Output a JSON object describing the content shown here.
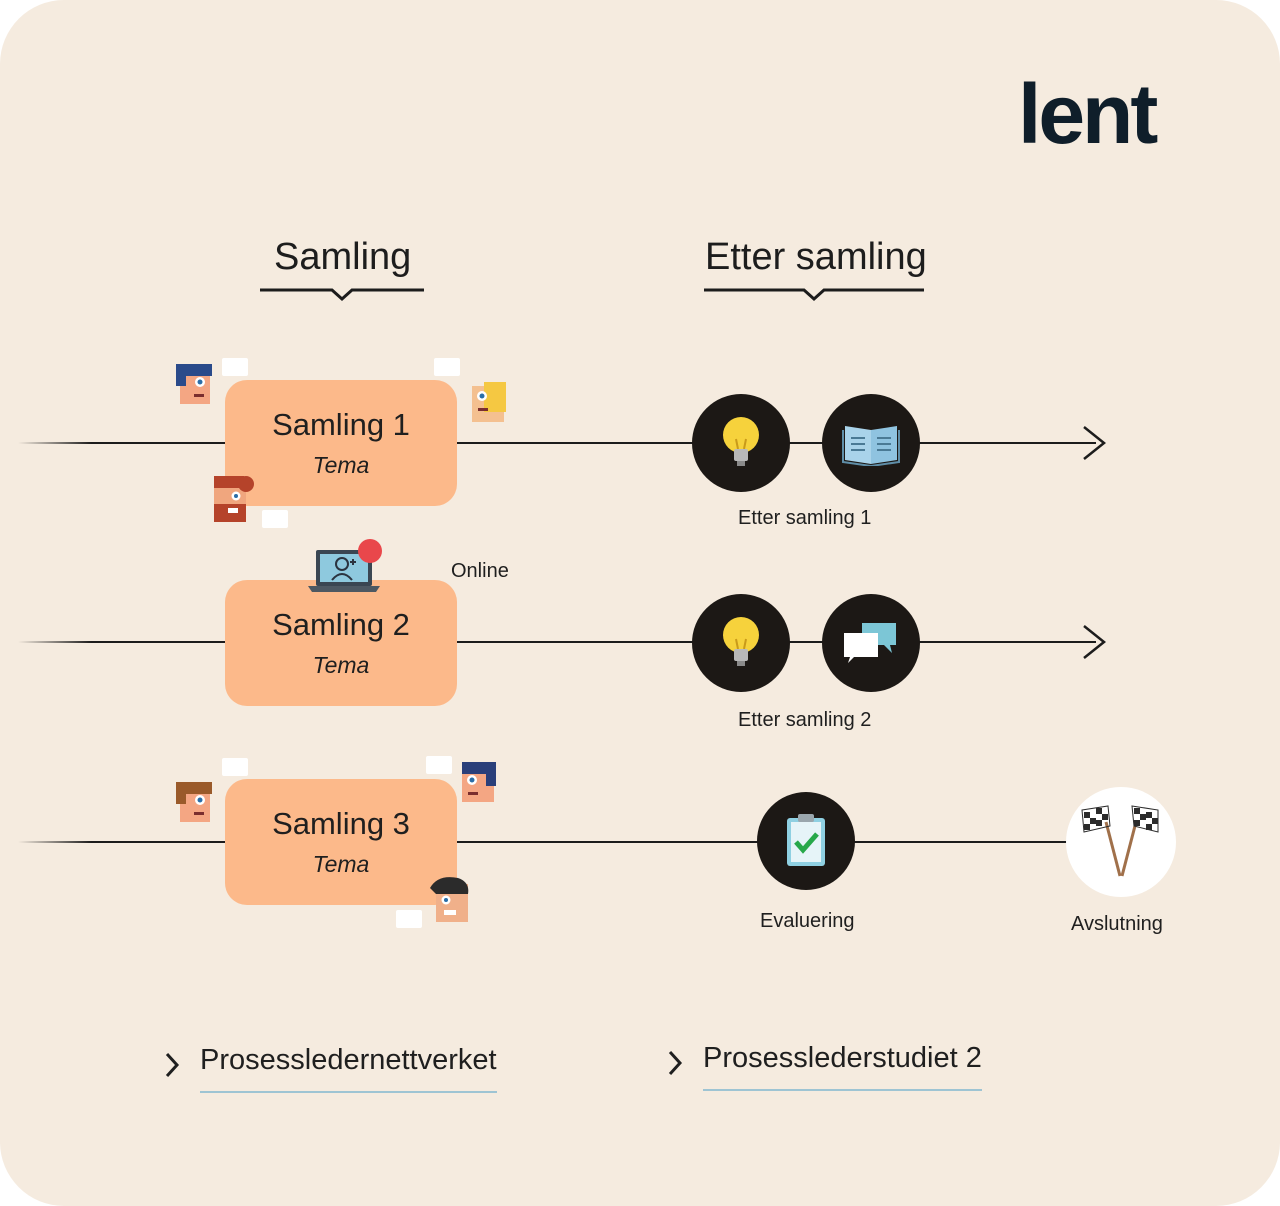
{
  "brand": {
    "logo": "lent"
  },
  "columns": {
    "left": "Samling",
    "right": "Etter samling"
  },
  "rows": [
    {
      "title": "Samling 1",
      "subtitle": "Tema",
      "after_label": "Etter samling 1",
      "icons": [
        "lightbulb-icon",
        "book-icon"
      ]
    },
    {
      "title": "Samling 2",
      "subtitle": "Tema",
      "tag": "Online",
      "after_label": "Etter samling 2",
      "icons": [
        "lightbulb-icon",
        "chat-icon"
      ]
    },
    {
      "title": "Samling 3",
      "subtitle": "Tema",
      "eval_label": "Evaluering",
      "end_label": "Avslutning",
      "icons": [
        "clipboard-check-icon",
        "checkered-flags-icon"
      ]
    }
  ],
  "links": [
    {
      "label": "Prosessledernettverket"
    },
    {
      "label": "Prosesslederstudiet 2"
    }
  ],
  "colors": {
    "background": "#f5ebdf",
    "box": "#fcb98a",
    "circle": "#1c1815",
    "link_underline": "#9ec4d3"
  }
}
